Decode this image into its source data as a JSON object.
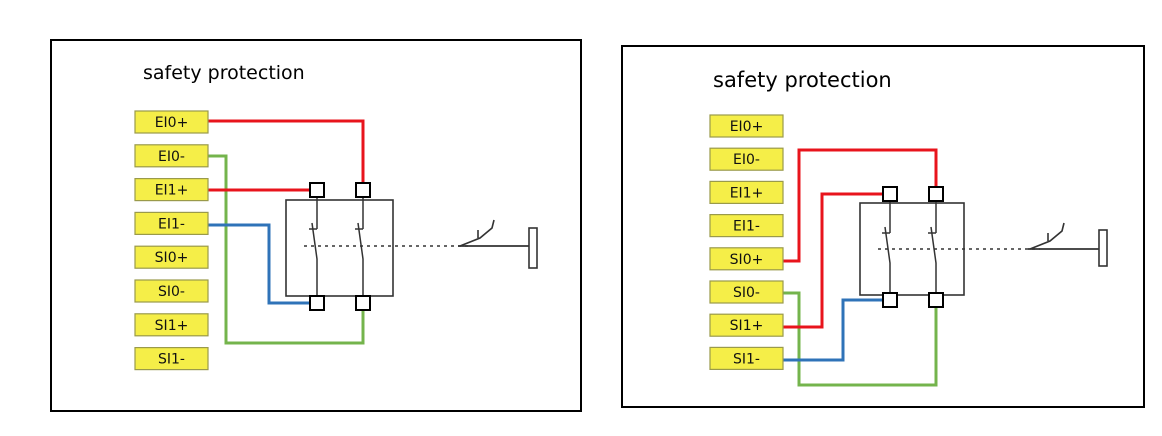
{
  "panels": [
    {
      "title": "safety protection",
      "terminals": [
        "EI0+",
        "EI0-",
        "EI1+",
        "EI1-",
        "SI0+",
        "SI0-",
        "SI1+",
        "SI1-"
      ],
      "wiring": [
        {
          "terminal": "EI0+",
          "contact_pin": "top-right",
          "color": "red"
        },
        {
          "terminal": "EI0-",
          "contact_pin": "bottom-right",
          "color": "green"
        },
        {
          "terminal": "EI1+",
          "contact_pin": "top-left",
          "color": "red"
        },
        {
          "terminal": "EI1-",
          "contact_pin": "bottom-left",
          "color": "blue"
        }
      ]
    },
    {
      "title": "safety protection",
      "terminals": [
        "EI0+",
        "EI0-",
        "EI1+",
        "EI1-",
        "SI0+",
        "SI0-",
        "SI1+",
        "SI1-"
      ],
      "wiring": [
        {
          "terminal": "SI0+",
          "contact_pin": "top-right",
          "color": "red"
        },
        {
          "terminal": "SI0-",
          "contact_pin": "bottom-right",
          "color": "green"
        },
        {
          "terminal": "SI1+",
          "contact_pin": "top-left",
          "color": "red"
        },
        {
          "terminal": "SI1-",
          "contact_pin": "bottom-left",
          "color": "blue"
        }
      ]
    }
  ],
  "colors": {
    "terminal_fill": "#f5ee48",
    "terminal_border": "#9a9a4a",
    "red": "#e8141c",
    "green": "#74b44c",
    "blue": "#2f73b8",
    "line": "#333333"
  },
  "icons": [
    "switch-contact-icon",
    "emergency-stop-button-icon"
  ]
}
